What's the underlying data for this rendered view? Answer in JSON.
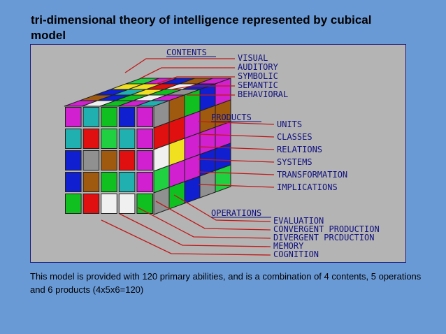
{
  "title": "tri-dimensional theory of intelligence represented by cubical model",
  "caption": "This model is provided with 120 primary abilities, and is a combination of 4 contents, 5 operations and 6 products (4x5x6=120)",
  "diagram": {
    "contents": {
      "heading": "CONTENTS",
      "items": [
        "VISUAL",
        "AUDITORY",
        "SYMBOLIC",
        "SEMANTIC",
        "BEHAVIORAL"
      ]
    },
    "products": {
      "heading": "PRODUCTS",
      "items": [
        "UNITS",
        "CLASSES",
        "RELATIONS",
        "SYSTEMS",
        "TRANSFORMATION",
        "IMPLICATIONS"
      ]
    },
    "operations": {
      "heading": "OPERATIONS",
      "items": [
        "EVALUATION",
        "CONVERGENT PRODUCTION",
        "DIVERGENT PRCDUCTION",
        "MEMORY",
        "COGNITION"
      ]
    }
  },
  "colors": {
    "background": "#6a9ad6",
    "panel": "#b4b4b4",
    "label_text": "#101080",
    "leader_line": "#c01818",
    "cube_palette": [
      "#e01010",
      "#10c020",
      "#1020d0",
      "#f0e020",
      "#d020d0",
      "#20b0b0",
      "#a05a10",
      "#909090",
      "#20d040",
      "#f0f0f0"
    ]
  }
}
